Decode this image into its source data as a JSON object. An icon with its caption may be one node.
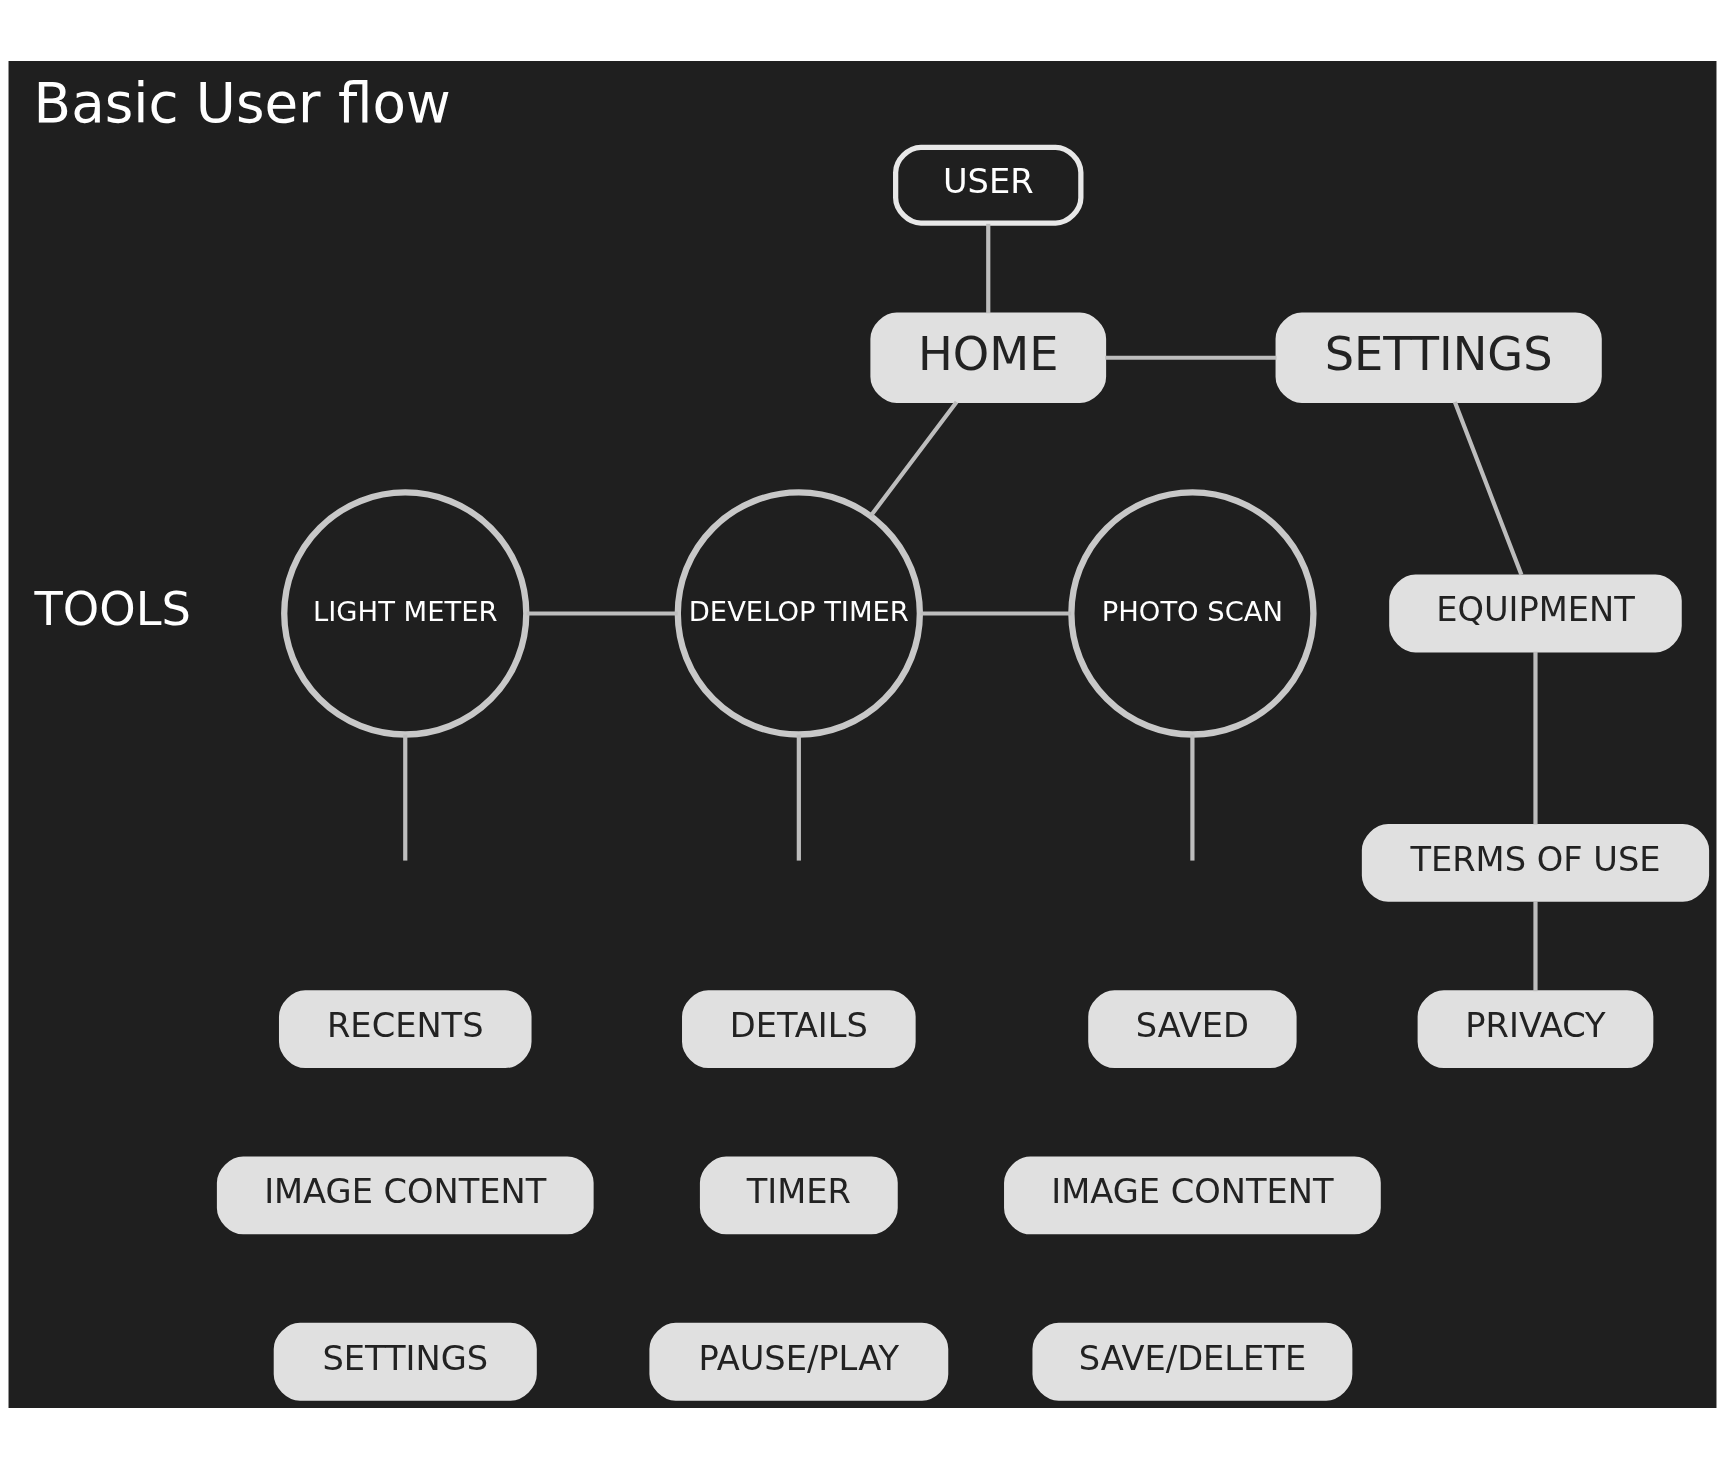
{
  "diagram": {
    "title": "Basic User flow",
    "nodes": [
      {
        "text": [
          "USER"
        ]
      },
      {
        "text": [
          "HOME"
        ]
      },
      {
        "text": [
          "SETTINGS"
        ]
      },
      {
        "text": [
          "EQUIPMENT"
        ]
      },
      {
        "text": [
          "TERMS OF USE"
        ]
      },
      {
        "text": [
          "PRIVACY"
        ]
      },
      {
        "text": [
          "LIGHT METER"
        ]
      },
      {
        "text": [
          "DEVELOP TIMER"
        ]
      },
      {
        "text": [
          "PHOTO SCAN"
        ]
      },
      {
        "text": [
          "RECENTS"
        ]
      },
      {
        "text": [
          "IMAGE CONTENT"
        ]
      },
      {
        "text": [
          "SETTINGS"
        ]
      },
      {
        "text": [
          "DETAILS"
        ]
      },
      {
        "text": [
          "TIMER"
        ]
      },
      {
        "text": [
          "PAUSE/PLAY"
        ]
      },
      {
        "text": [
          "SAVED"
        ]
      },
      {
        "text": [
          "IMAGE CONTENT"
        ]
      },
      {
        "text": [
          "SAVE/DELETE"
        ]
      }
    ],
    "edges": [
      {
        "from": 0,
        "to": 1,
        "arrow": "none"
      },
      {
        "from": 1,
        "to": 2,
        "arrow": "none"
      },
      {
        "from": 1,
        "to": 7,
        "arrow": "none"
      },
      {
        "from": 2,
        "to": 3,
        "arrow": "none"
      },
      {
        "from": 3,
        "to": 4,
        "arrow": "none"
      },
      {
        "from": 4,
        "to": 5,
        "arrow": "none"
      },
      {
        "from": 6,
        "to": 7,
        "arrow": "none"
      },
      {
        "from": 7,
        "to": 8,
        "arrow": "none"
      },
      {
        "from": 6,
        "to": null,
        "arrow": "none"
      },
      {
        "from": 7,
        "to": null,
        "arrow": "none"
      },
      {
        "from": 8,
        "to": null,
        "arrow": "none"
      }
    ],
    "labels": [
      "TOOLS"
    ]
  }
}
